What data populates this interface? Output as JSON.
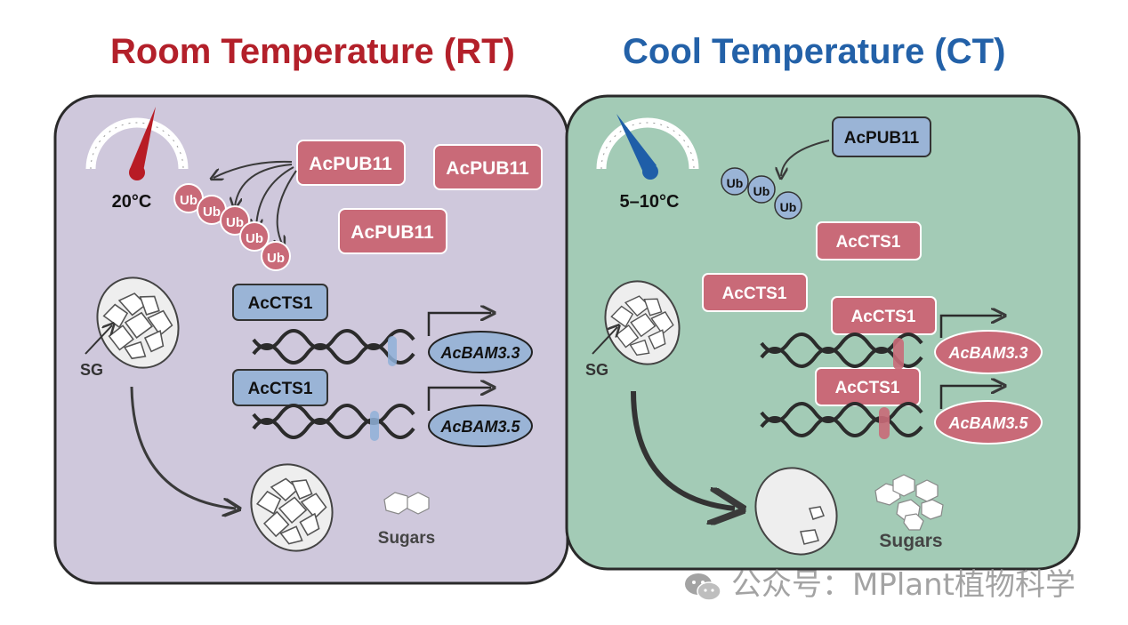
{
  "titles": {
    "rt": "Room Temperature (RT)",
    "ct": "Cool Temperature (CT)"
  },
  "rt": {
    "temperature": "20°C",
    "pub11_labels": [
      "AcPUB11",
      "AcPUB11",
      "AcPUB11"
    ],
    "ub_label": "Ub",
    "cts1_labels": [
      "AcCTS1",
      "AcCTS1"
    ],
    "gene_labels": [
      "AcBAM3.3",
      "AcBAM3.5"
    ],
    "sg_label": "SG",
    "sugars_label": "Sugars"
  },
  "ct": {
    "temperature": "5–10°C",
    "pub11_label": "AcPUB11",
    "ub_label": "Ub",
    "cts1_free_labels": [
      "AcCTS1",
      "AcCTS1"
    ],
    "cts1_bound_labels": [
      "AcCTS1",
      "AcCTS1"
    ],
    "gene_labels": [
      "AcBAM3.3",
      "AcBAM3.5"
    ],
    "sg_label": "SG",
    "sugars_label": "Sugars"
  },
  "colors": {
    "rt_title": "#b3202a",
    "ct_title": "#2361a8",
    "rt_panel": "#cfc8dc",
    "ct_panel": "#a3cbb6",
    "pink_protein": "#c96a78",
    "blue_protein": "#9ab4d6"
  },
  "watermark": "公众号：MPlant植物科学"
}
